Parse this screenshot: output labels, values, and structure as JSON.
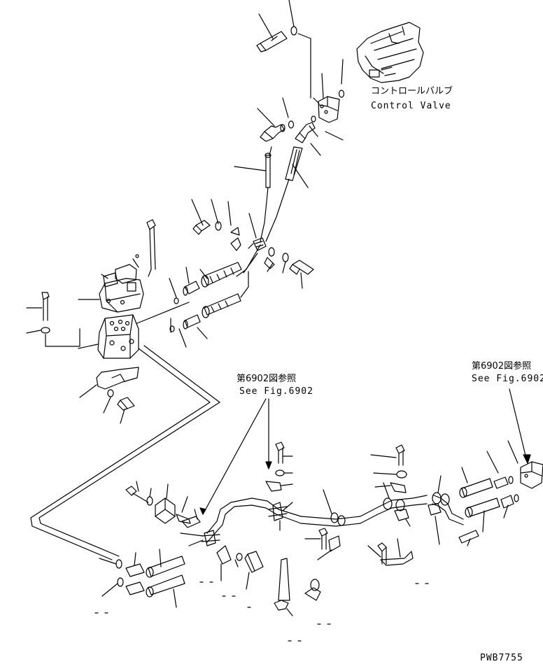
{
  "labels": {
    "control_valve_jp": "コントロールバルブ",
    "control_valve_en": "Control Valve",
    "see_fig_left_jp": "第6902図参照",
    "see_fig_left_en": "See Fig.6902",
    "see_fig_right_jp": "第6902図参照",
    "see_fig_right_en": "See Fig.6902",
    "drawing_code": "PWB7755"
  }
}
